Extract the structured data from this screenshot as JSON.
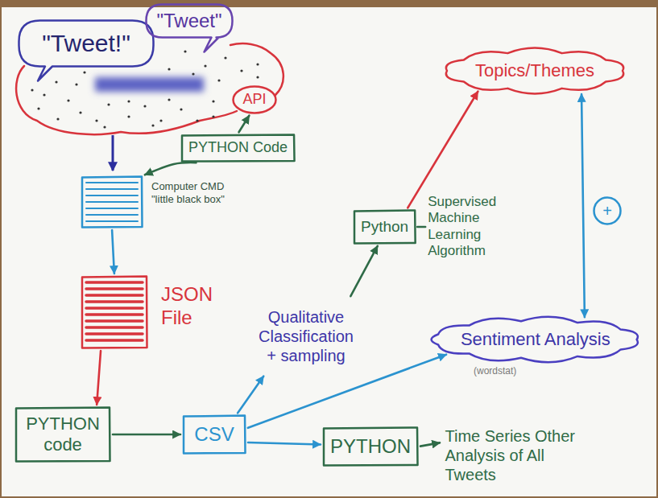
{
  "diagram": {
    "nodes": [
      {
        "text": [
          "\"Tweet!\""
        ]
      },
      {
        "text": [
          "\"Tweet\""
        ]
      },
      {
        "text": [
          "Topics/Themes"
        ]
      },
      {
        "text": [
          "API"
        ]
      },
      {
        "text": [
          "PYTHON Code"
        ]
      },
      {
        "text": [
          "Python",
          "Supervised Machine Learning Algorithm"
        ]
      },
      {
        "text": [
          "+"
        ]
      },
      {
        "text": [
          "Computer CMD \"little black box\""
        ]
      },
      {
        "text": [
          "JSON File"
        ]
      },
      {
        "text": [
          "Qualitative Classification + sampling"
        ]
      },
      {
        "text": [
          "Sentiment Analysis",
          "(wordstat)"
        ]
      },
      {
        "text": [
          "PYTHON code"
        ]
      },
      {
        "text": [
          "CSV"
        ]
      },
      {
        "text": [
          "PYTHON"
        ]
      },
      {
        "text": [
          "Time Series Other Analysis of All Tweets"
        ]
      }
    ],
    "edges": [
      {
        "from": 4,
        "to": 3,
        "arrow": "to"
      },
      {
        "from": 4,
        "to": 7,
        "arrow": "to"
      },
      {
        "from": 7,
        "to": 8,
        "arrow": "to"
      },
      {
        "from": 8,
        "to": 11,
        "arrow": "to"
      },
      {
        "from": 11,
        "to": 12,
        "arrow": "to"
      },
      {
        "from": 12,
        "to": 9,
        "arrow": "to"
      },
      {
        "from": 12,
        "to": 10,
        "arrow": "to"
      },
      {
        "from": 12,
        "to": 13,
        "arrow": "to"
      },
      {
        "from": 13,
        "to": 14,
        "arrow": "to"
      },
      {
        "from": 9,
        "to": 5,
        "arrow": "to"
      },
      {
        "from": 5,
        "to": 2,
        "arrow": "to"
      },
      {
        "from": 2,
        "to": 10,
        "arrow": "both"
      }
    ]
  }
}
